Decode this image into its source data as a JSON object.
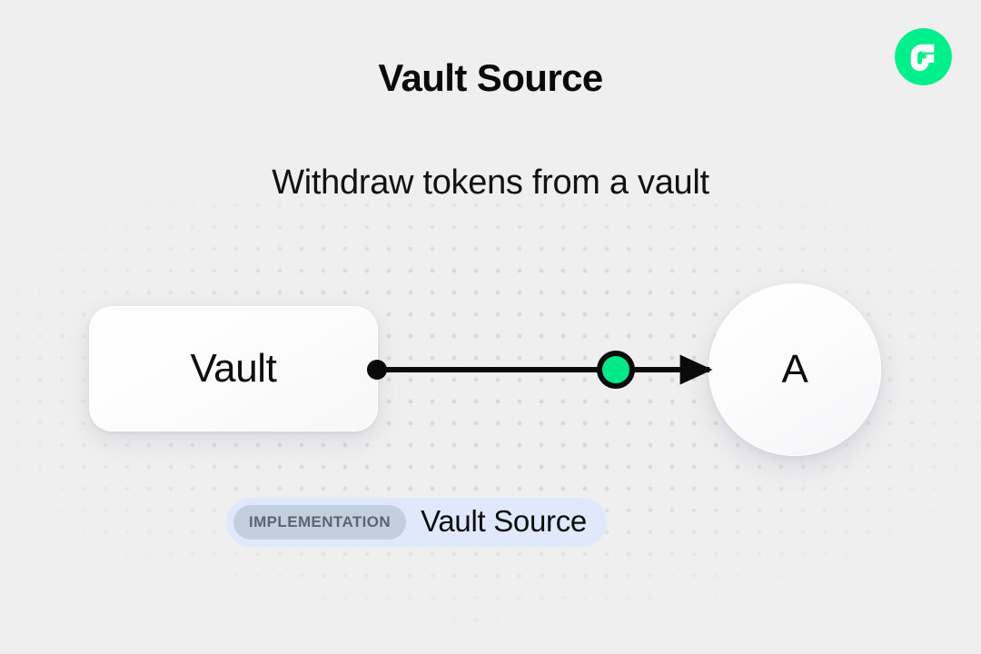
{
  "page": {
    "title": "Vault Source",
    "subtitle": "Withdraw tokens from a vault",
    "background_color": "#efefef"
  },
  "logo": {
    "name": "flow-logo",
    "brand_color": "#00ef8b",
    "glyph_color": "#ffffff"
  },
  "diagram": {
    "nodes": [
      {
        "id": "vault",
        "label": "Vault",
        "shape": "rounded-rect"
      },
      {
        "id": "a",
        "label": "A",
        "shape": "circle"
      }
    ],
    "edge": {
      "source_handle": "source-dot",
      "marker": "vault-source-marker",
      "marker_color": "#00e887",
      "line_color": "#0a0a0a",
      "arrowhead": "arrow-right"
    }
  },
  "badge": {
    "tag": "IMPLEMENTATION",
    "name": "Vault Source",
    "background_color": "#dfe9fb",
    "tag_background_color": "#c3cede",
    "tag_text_color": "#5d646d"
  }
}
